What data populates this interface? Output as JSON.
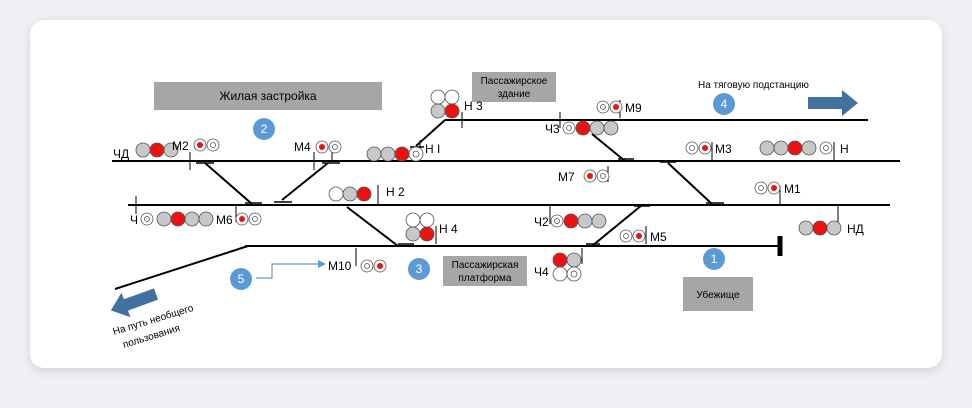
{
  "boxes": {
    "residential": "Жилая застройка",
    "station_line1": "Пассажирское",
    "station_line2": "здание",
    "platform_line1": "Пассажирская",
    "platform_line2": "платформа",
    "shelter": "Убежище"
  },
  "arrows": {
    "substation": "На  тяговую подстанцию",
    "public_line1": "На путь необщего",
    "public_line2": "пользования"
  },
  "markers": [
    "1",
    "2",
    "3",
    "4",
    "5"
  ],
  "signals": {
    "chd": "ЧД",
    "m2": "М2",
    "m4": "М4",
    "ni": "Н I",
    "n3": "Н 3",
    "m9": "М9",
    "ch3": "Ч3",
    "m3": "М3",
    "n": "Н",
    "n2": "Н 2",
    "m7": "М7",
    "m1": "М1",
    "ch": "Ч",
    "m6": "М6",
    "n4": "Н 4",
    "ch2": "Ч2",
    "m5": "М5",
    "nd": "НД",
    "m10": "М10",
    "ch4": "Ч4"
  },
  "colors": {
    "red": "#ee1111",
    "gray": "#c8c8c8",
    "blue_circle": "#5b9bd5",
    "blue_arrow": "#41719c",
    "box_gray": "#a6a6a6"
  }
}
